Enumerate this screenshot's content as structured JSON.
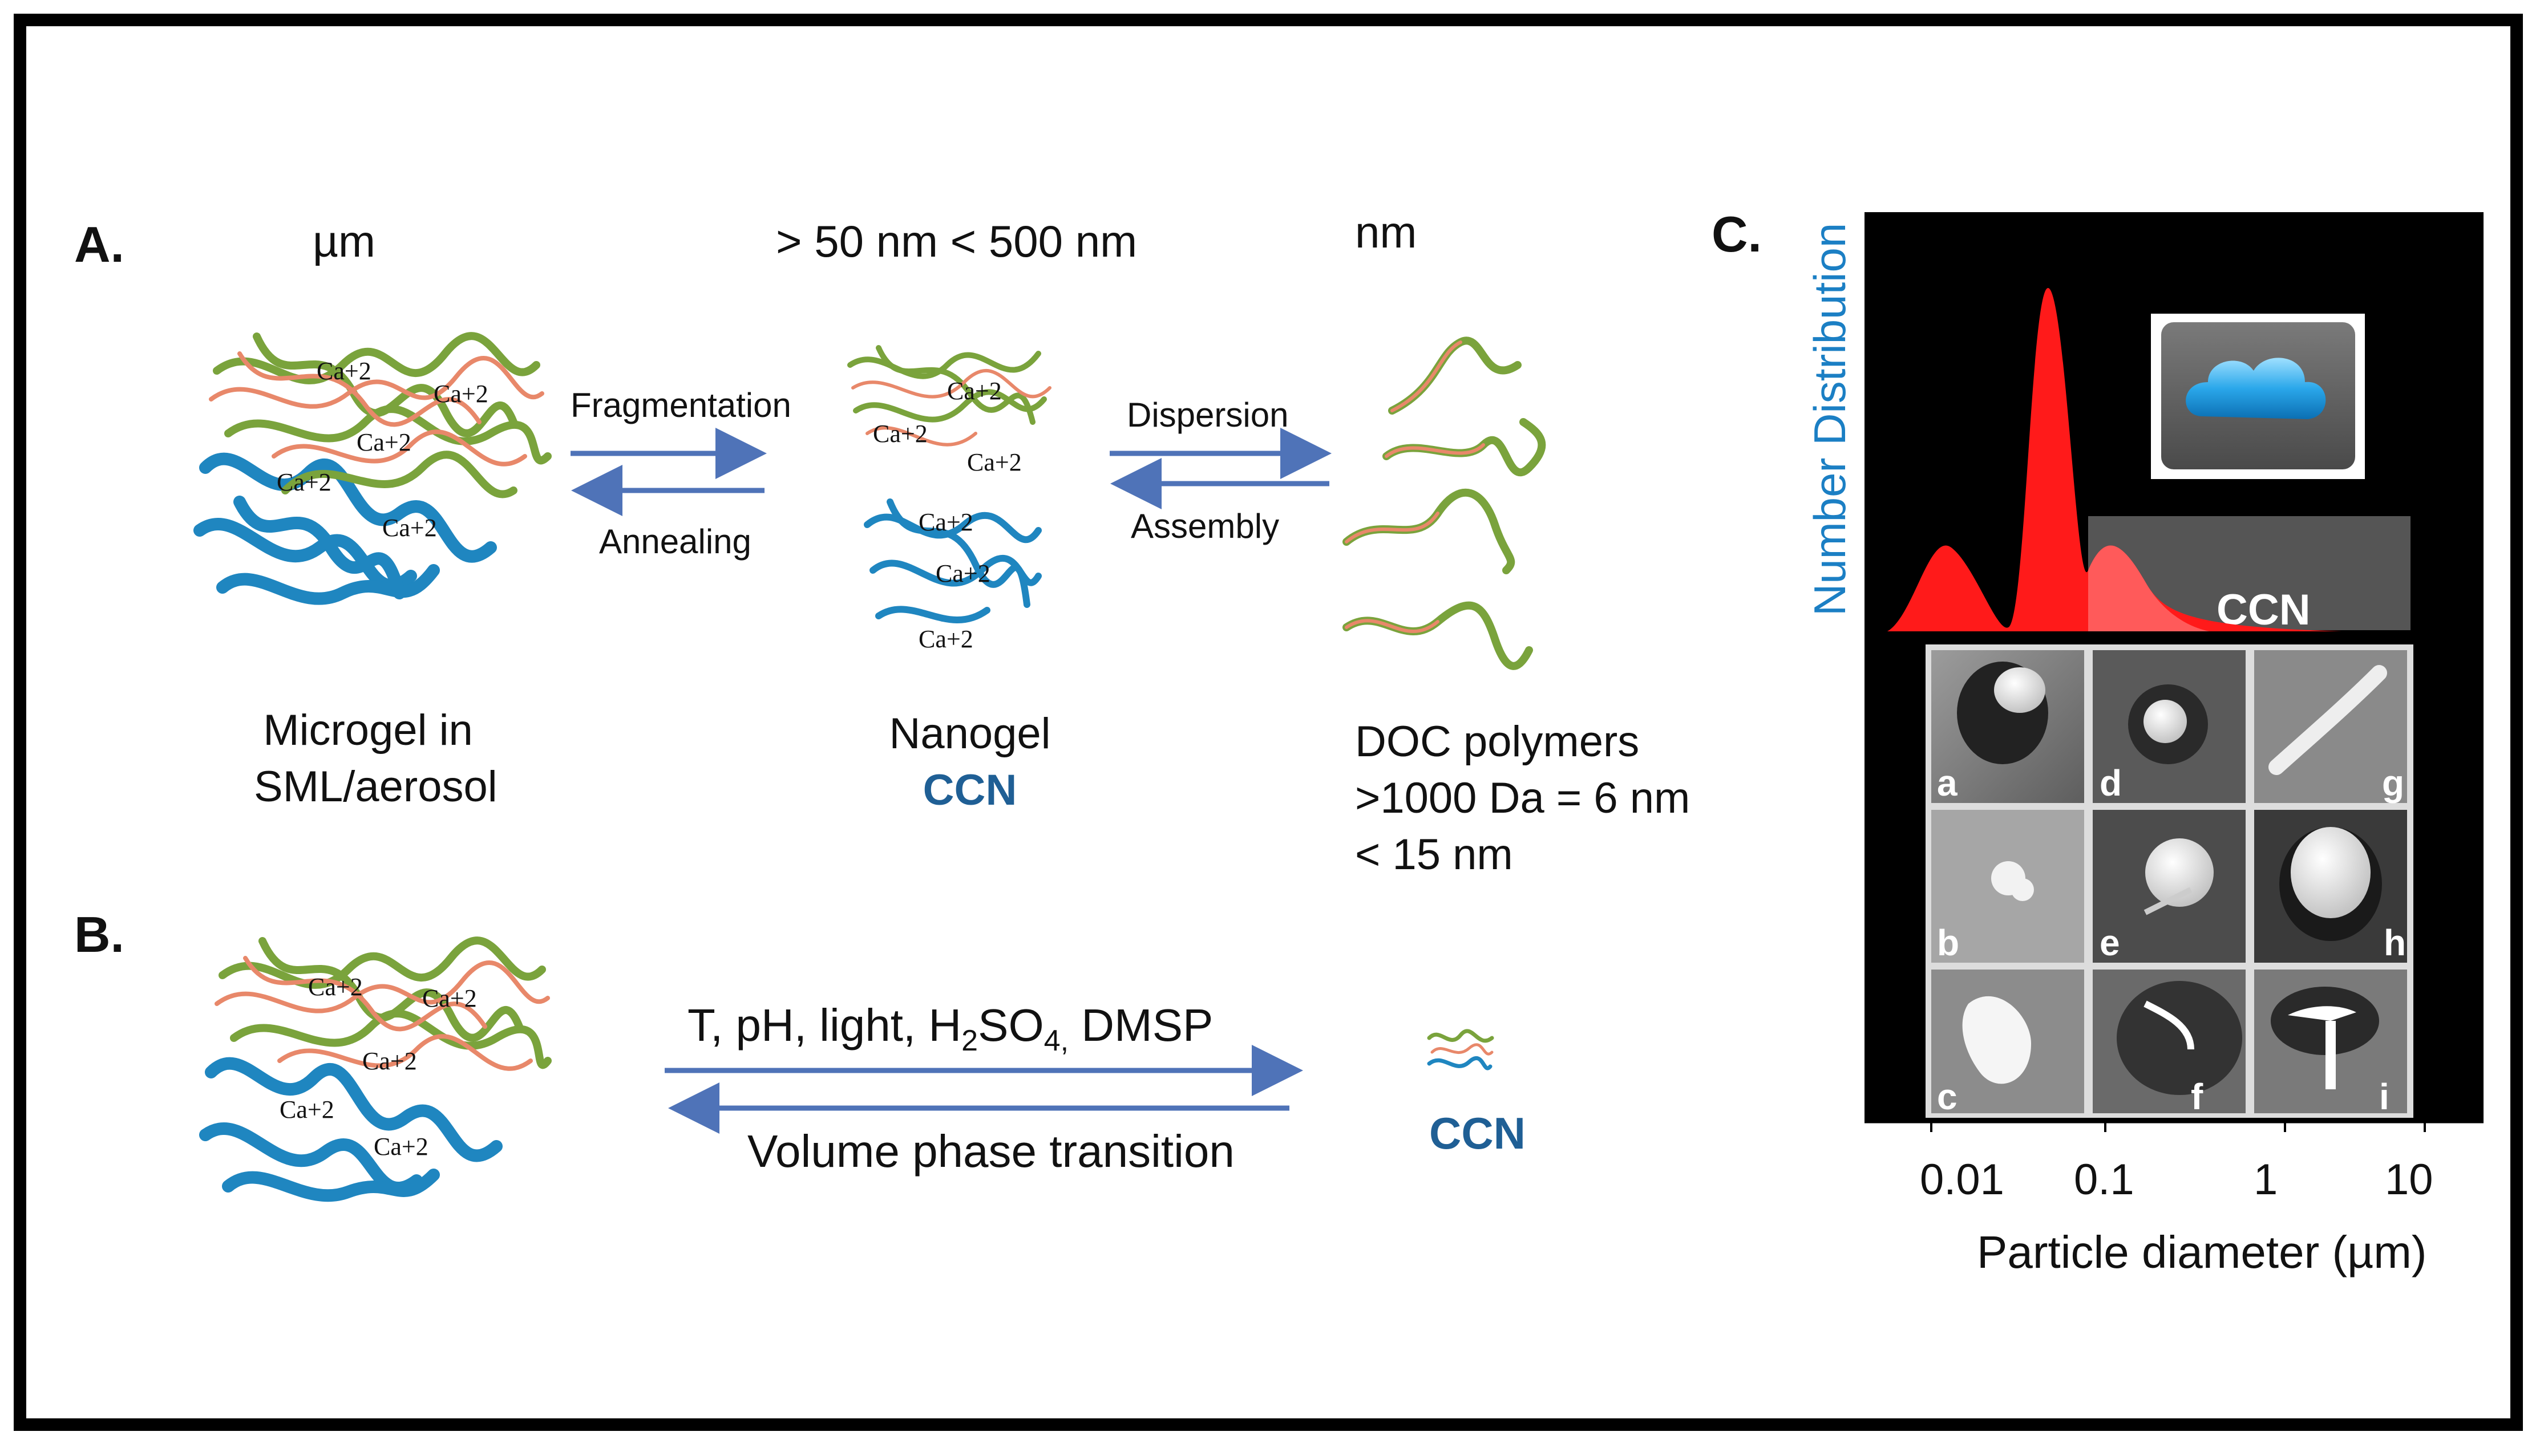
{
  "panels": {
    "a": {
      "label": "A.",
      "sizes": {
        "micro": "µm",
        "nano": "> 50 nm < 500 nm",
        "doc": "nm"
      },
      "arrows": {
        "fragmentation": "Fragmentation",
        "annealing": "Annealing",
        "dispersion": "Dispersion",
        "assembly": "Assembly"
      },
      "captions": {
        "microgel_line1": "Microgel in",
        "microgel_line2": "SML/aerosol",
        "nanogel": "Nanogel",
        "nanogel_ccn": "CCN",
        "doc_line1": "DOC polymers",
        "doc_line2": ">1000 Da = 6 nm",
        "doc_line3": "< 15 nm"
      },
      "ion_label": "Ca+2"
    },
    "b": {
      "label": "B.",
      "forward_label": "T, pH, light, H2SO4, DMSP",
      "backward_label": "Volume phase transition",
      "ccn": "CCN"
    },
    "c": {
      "label": "C.",
      "ccn_label": "CCN",
      "ylabel": "Number Distribution",
      "xlabel": "Particle diameter (µm)",
      "xticks": [
        "0.01",
        "0.1",
        "1",
        "10"
      ],
      "thumbnails": [
        "a",
        "d",
        "g",
        "b",
        "e",
        "h",
        "c",
        "f",
        "i"
      ]
    }
  },
  "colors": {
    "arrow": "#4f73b8",
    "ccn_text": "#1f5f95",
    "distribution": "#ff0000",
    "axis_label": "#1b7fc4",
    "strand_green": "#7aa33c",
    "strand_orange": "#e8886a",
    "strand_blue": "#1f86c0"
  },
  "chart_data": {
    "type": "area",
    "x_scale": "log",
    "xlim": [
      0.005,
      20
    ],
    "xlabel": "Particle diameter (µm)",
    "ylabel": "Number Distribution",
    "peaks_approx_um": [
      0.012,
      0.05,
      0.14
    ]
  }
}
